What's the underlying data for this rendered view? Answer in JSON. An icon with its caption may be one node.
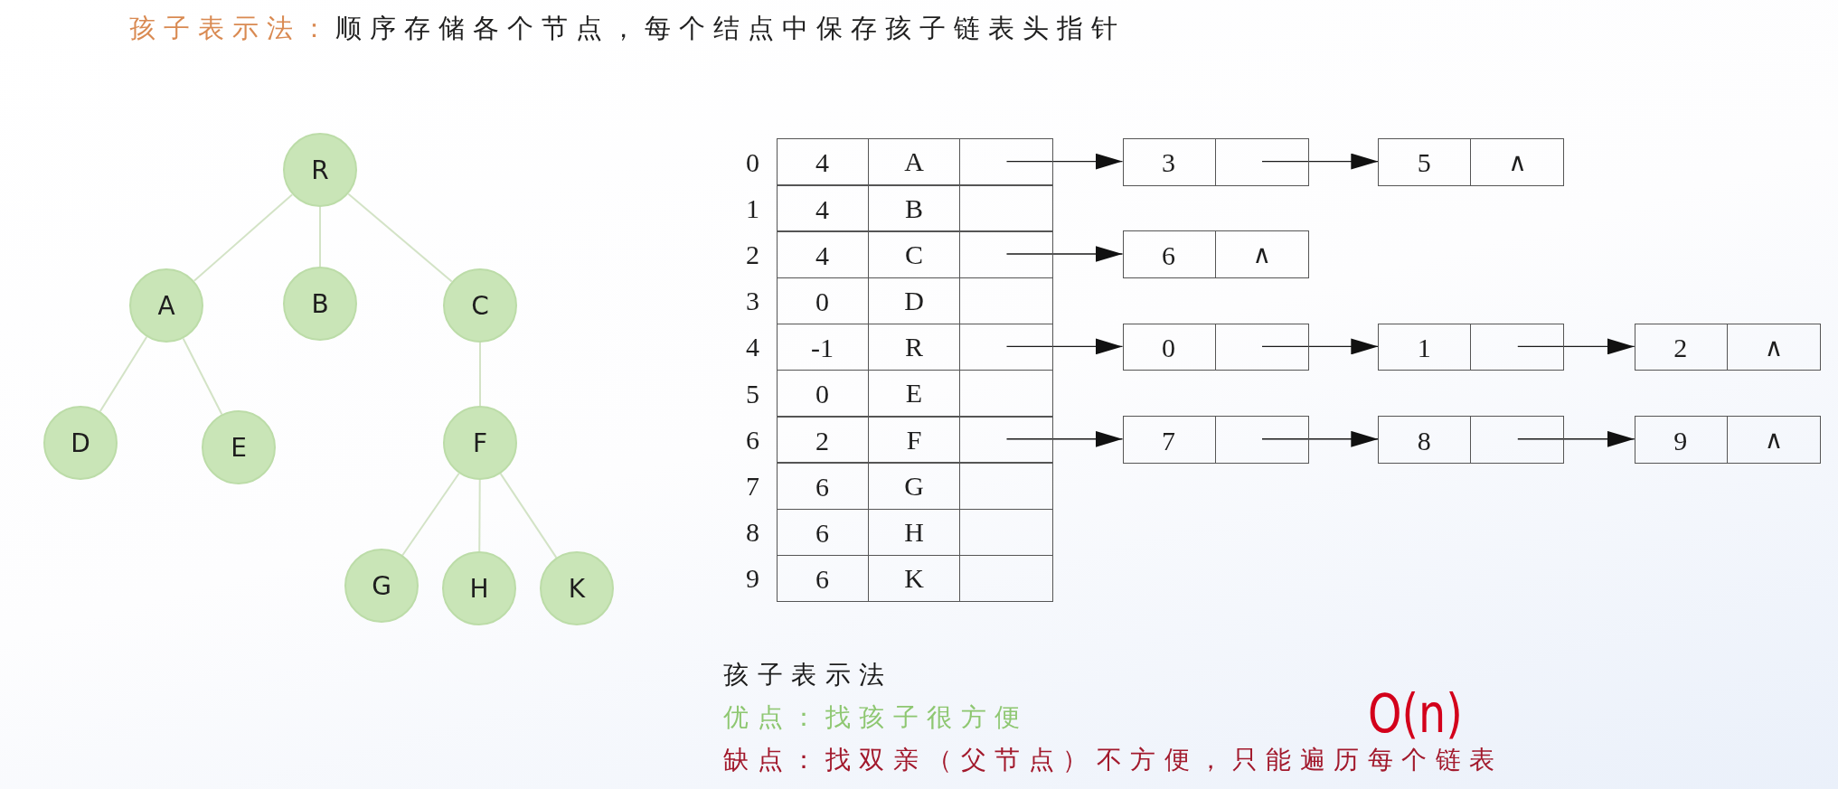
{
  "diagram": {
    "title": "**孩子表示法：**顺序存储各个节点，每个结点中保存孩子链表头指针",
    "nodes": [
      {
        "text": [
          "R"
        ]
      },
      {
        "text": [
          "A"
        ]
      },
      {
        "text": [
          "B"
        ]
      },
      {
        "text": [
          "C"
        ]
      },
      {
        "text": [
          "D"
        ]
      },
      {
        "text": [
          "E"
        ]
      },
      {
        "text": [
          "F"
        ]
      },
      {
        "text": [
          "G"
        ]
      },
      {
        "text": [
          "H"
        ]
      },
      {
        "text": [
          "K"
        ]
      },
      {
        "text": [
          "4",
          "A"
        ],
        "beside": [
          "0"
        ]
      },
      {
        "text": [
          "4",
          "B"
        ],
        "beside": [
          "1"
        ]
      },
      {
        "text": [
          "4",
          "C"
        ],
        "beside": [
          "2"
        ]
      },
      {
        "text": [
          "0",
          "D"
        ],
        "beside": [
          "3"
        ]
      },
      {
        "text": [
          "-1",
          "R"
        ],
        "beside": [
          "4"
        ]
      },
      {
        "text": [
          "0",
          "E"
        ],
        "beside": [
          "5"
        ]
      },
      {
        "text": [
          "2",
          "F"
        ],
        "beside": [
          "6"
        ]
      },
      {
        "text": [
          "6",
          "G"
        ],
        "beside": [
          "7"
        ]
      },
      {
        "text": [
          "6",
          "H"
        ],
        "beside": [
          "8"
        ]
      },
      {
        "text": [
          "6",
          "K"
        ],
        "beside": [
          "9"
        ]
      },
      {
        "text": [
          "3"
        ]
      },
      {
        "text": [
          "5",
          "∧"
        ]
      },
      {
        "text": [
          "6",
          "∧"
        ]
      },
      {
        "text": [
          "0"
        ]
      },
      {
        "text": [
          "1"
        ]
      },
      {
        "text": [
          "2",
          "∧"
        ]
      },
      {
        "text": [
          "7"
        ]
      },
      {
        "text": [
          "8"
        ]
      },
      {
        "text": [
          "9",
          "∧"
        ]
      }
    ],
    "edges": [
      {
        "from": 0,
        "to": 1,
        "arrow": "none",
        "color": "#d3e3c6"
      },
      {
        "from": 0,
        "to": 2,
        "arrow": "none",
        "color": "#d3e3c6"
      },
      {
        "from": 0,
        "to": 3,
        "arrow": "none",
        "color": "#d3e3c6"
      },
      {
        "from": 1,
        "to": 4,
        "arrow": "none",
        "color": "#d3e3c6"
      },
      {
        "from": 1,
        "to": 5,
        "arrow": "none",
        "color": "#d3e3c6"
      },
      {
        "from": 3,
        "to": 6,
        "arrow": "none",
        "color": "#d3e3c6"
      },
      {
        "from": 6,
        "to": 7,
        "arrow": "none",
        "color": "#d3e3c6"
      },
      {
        "from": 6,
        "to": 8,
        "arrow": "none",
        "color": "#d3e3c6"
      },
      {
        "from": 6,
        "to": 9,
        "arrow": "none",
        "color": "#d3e3c6"
      },
      {
        "from": 10,
        "to": 20,
        "arrow": "to",
        "color": "#1a1a1a"
      },
      {
        "from": 20,
        "to": 21,
        "arrow": "to",
        "color": "#1a1a1a"
      },
      {
        "from": 12,
        "to": 22,
        "arrow": "to",
        "color": "#1a1a1a"
      },
      {
        "from": 14,
        "to": 23,
        "arrow": "to",
        "color": "#1a1a1a"
      },
      {
        "from": 23,
        "to": 24,
        "arrow": "to",
        "color": "#1a1a1a"
      },
      {
        "from": 24,
        "to": 25,
        "arrow": "to",
        "color": "#1a1a1a"
      },
      {
        "from": 16,
        "to": 26,
        "arrow": "to",
        "color": "#1a1a1a"
      },
      {
        "from": 26,
        "to": 27,
        "arrow": "to",
        "color": "#1a1a1a"
      },
      {
        "from": 27,
        "to": 28,
        "arrow": "to",
        "color": "#1a1a1a"
      }
    ],
    "labels": [
      "孩子表示法",
      "优点：找孩子很方便",
      "缺点：找双亲（父节点）不方便，只能遍历每个链表",
      "O(n)"
    ]
  }
}
